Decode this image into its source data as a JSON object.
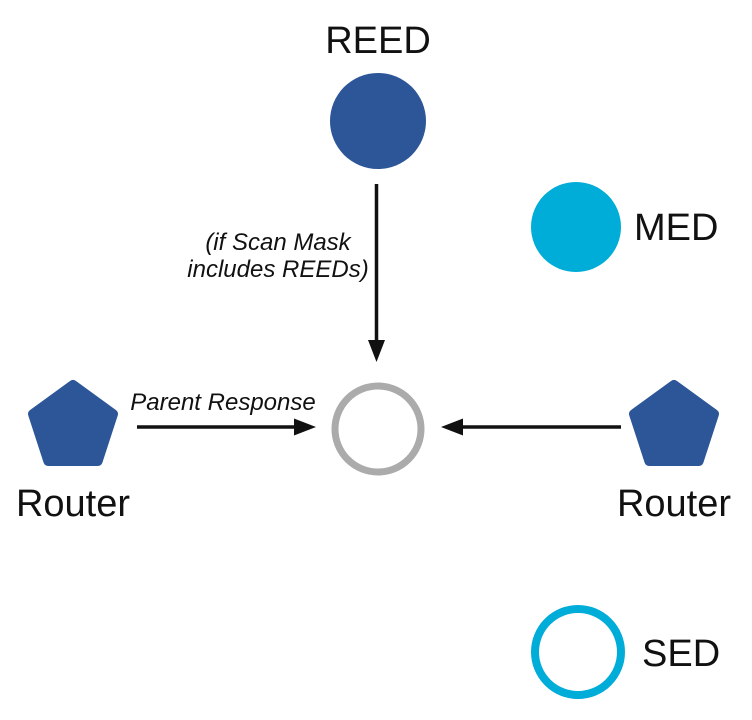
{
  "diagram": {
    "description": "Thread network device-type diagram",
    "colors": {
      "node_blue": "#2D5699",
      "node_cyan": "#00ACD8",
      "ring_gray": "#ABABAB",
      "arrow_black": "#111111"
    },
    "nodes": {
      "reed": {
        "label": "REED",
        "shape": "circle",
        "style": "filled-blue"
      },
      "med": {
        "label": "MED",
        "shape": "circle",
        "style": "filled-cyan"
      },
      "sed": {
        "label": "SED",
        "shape": "circle",
        "style": "outline-cyan"
      },
      "router_left": {
        "label": "Router",
        "shape": "pentagon",
        "style": "filled-blue"
      },
      "router_right": {
        "label": "Router",
        "shape": "pentagon",
        "style": "filled-blue"
      },
      "center": {
        "label": "",
        "shape": "circle",
        "style": "outline-gray"
      }
    },
    "annotations": {
      "scan_mask_line1": "(if Scan Mask",
      "scan_mask_line2": "includes REEDs)",
      "parent_response": "Parent Response"
    }
  }
}
